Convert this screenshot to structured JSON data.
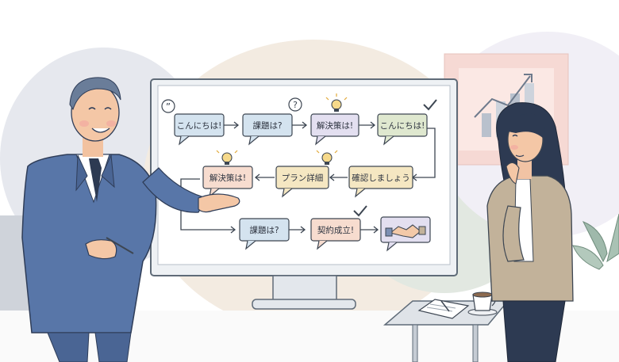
{
  "flowchart": {
    "row1": [
      "こんにちは!",
      "課題は?",
      "解決策は!",
      "こんにちは!"
    ],
    "row2": [
      "解決策は!",
      "プラン詳細",
      "確認しましょう"
    ],
    "row3": [
      "課題は?",
      "契約成立!"
    ]
  },
  "icons": {
    "start": "quote-icon",
    "question": "question-mark-icon",
    "idea": "lightbulb-icon",
    "done": "checkmark-icon",
    "deal": "handshake-icon"
  },
  "colors": {
    "bubble_blue": "#d4e3ef",
    "bubble_peach": "#f7dccf",
    "bubble_yellow": "#f5e7c2",
    "bubble_green": "#dfe8cf",
    "bubble_lavender": "#e3dff0",
    "suit": "#5876a8",
    "woman_blazer": "#c2b29a"
  }
}
